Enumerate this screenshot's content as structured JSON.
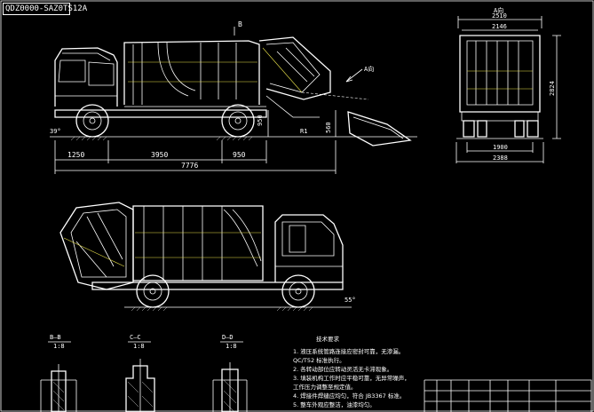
{
  "drawing": {
    "code": "QDZ0000-SAZ0TS12A",
    "section_labels": {
      "b": "B",
      "a_view": "A向",
      "a_view_side": "A向"
    },
    "side_view_dims": {
      "d1": "1250",
      "d2": "3950",
      "d3": "950",
      "overall": "7776",
      "left_h": "39°",
      "mid_h": "950",
      "tail_h": "560",
      "r_mark": "R1"
    },
    "rear_view_dims": {
      "top1": "2510",
      "top2": "2146",
      "height": "2824",
      "bottom1": "1900",
      "bottom2": "2388"
    },
    "lower_view": {
      "angle": "55°"
    },
    "details": [
      {
        "title": "B—B",
        "scale": "1:8"
      },
      {
        "title": "C—C",
        "scale": "1:8"
      },
      {
        "title": "D—D",
        "scale": "1:8"
      }
    ],
    "tech_requirements": {
      "title": "技术要求",
      "lines": [
        "1. 液压系统管路连接应密封可靠，无渗漏。",
        "   QC/T52 标准执行。",
        "2. 各转动部位应转动灵活无卡滞现象。",
        "3. 填装机构工作时应平稳可靠，无异常噪声，",
        "   工作压力调整至规定值。",
        "4. 焊接件焊缝应均匀，符合 JB3367 标准。",
        "5. 整车外观应整洁，油漆均匀。"
      ]
    }
  }
}
